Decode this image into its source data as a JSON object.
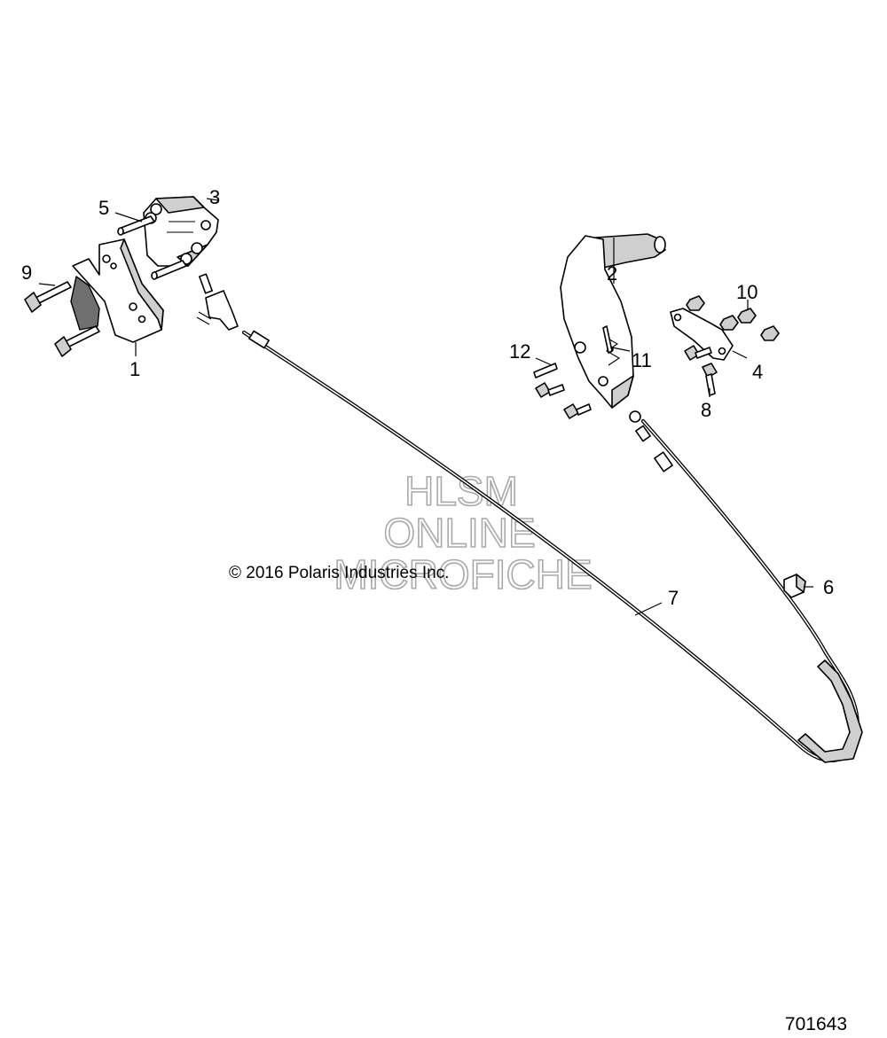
{
  "watermark": {
    "line1": "HLSM",
    "line2": "ONLINE",
    "line3": "MICROFICHE"
  },
  "copyright": "© 2016 Polaris Industries Inc.",
  "figure_number": "701643",
  "callouts": [
    {
      "id": "1",
      "label": "1"
    },
    {
      "id": "2",
      "label": "2"
    },
    {
      "id": "3",
      "label": "3"
    },
    {
      "id": "4",
      "label": "4"
    },
    {
      "id": "5",
      "label": "5"
    },
    {
      "id": "6",
      "label": "6"
    },
    {
      "id": "7",
      "label": "7"
    },
    {
      "id": "8",
      "label": "8"
    },
    {
      "id": "9",
      "label": "9"
    },
    {
      "id": "10",
      "label": "10"
    },
    {
      "id": "11",
      "label": "11"
    },
    {
      "id": "12",
      "label": "12"
    }
  ]
}
